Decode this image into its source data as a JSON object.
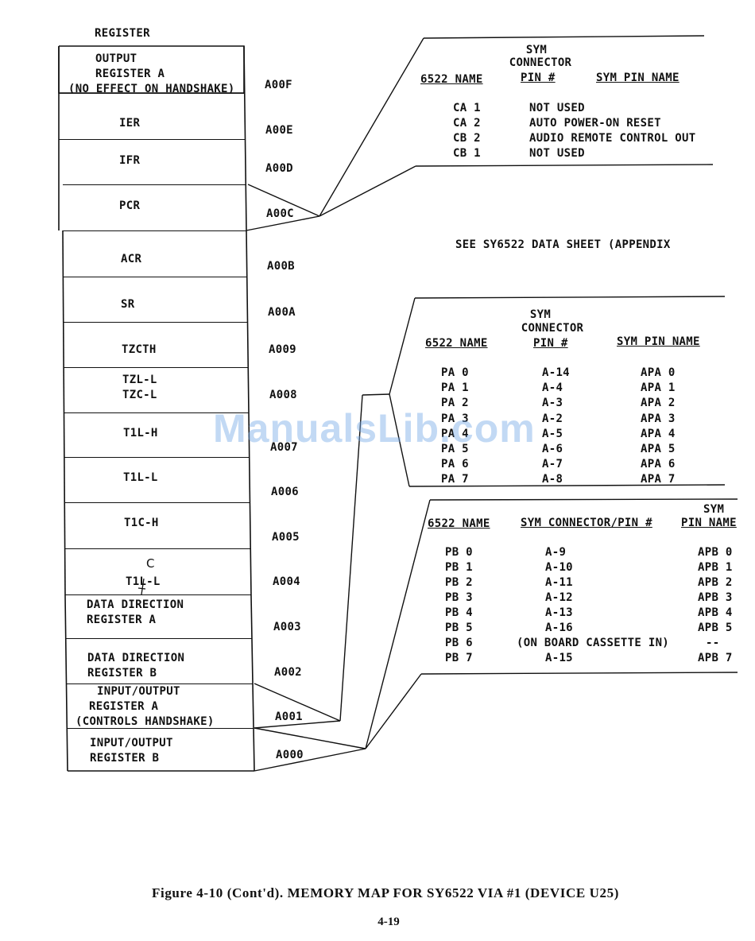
{
  "register_header": "REGISTER",
  "registers": [
    {
      "lines": [
        "OUTPUT",
        "REGISTER A",
        "(NO EFFECT ON HANDSHAKE)"
      ],
      "addr": "A00F"
    },
    {
      "lines": [
        "IER"
      ],
      "addr": "A00E"
    },
    {
      "lines": [
        "IFR"
      ],
      "addr": "A00D"
    },
    {
      "lines": [
        "PCR"
      ],
      "addr": "A00C"
    },
    {
      "lines": [
        "ACR"
      ],
      "addr": "A00B"
    },
    {
      "lines": [
        "SR"
      ],
      "addr": "A00A"
    },
    {
      "lines": [
        "TZCTH"
      ],
      "addr": "A009"
    },
    {
      "lines": [
        "TZL-L",
        "TZC-L"
      ],
      "addr": "A008"
    },
    {
      "lines": [
        "T1L-H"
      ],
      "addr": "A007"
    },
    {
      "lines": [
        "T1L-L"
      ],
      "addr": "A006"
    },
    {
      "lines": [
        "T1C-H"
      ],
      "addr": "A005"
    },
    {
      "lines": [
        "T1L-L"
      ],
      "addr": "A004",
      "handwritten_correction": "C"
    },
    {
      "lines": [
        "DATA DIRECTION",
        "REGISTER A"
      ],
      "addr": "A003"
    },
    {
      "lines": [
        "DATA DIRECTION",
        "REGISTER B"
      ],
      "addr": "A002"
    },
    {
      "lines": [
        "INPUT/OUTPUT",
        "REGISTER A",
        "(CONTROLS HANDSHAKE)"
      ],
      "addr": "A001"
    },
    {
      "lines": [
        "INPUT/OUTPUT",
        "REGISTER B"
      ],
      "addr": "A000"
    }
  ],
  "pcr_table": {
    "headers": {
      "name": "6522 NAME",
      "connector_1": "SYM",
      "connector_2": "CONNECTOR",
      "connector_3": "PIN #",
      "pin_name": "SYM PIN NAME"
    },
    "rows": [
      {
        "name": "CA 1",
        "desc": "NOT USED"
      },
      {
        "name": "CA 2",
        "desc": "AUTO POWER-ON RESET"
      },
      {
        "name": "CB 2",
        "desc": "AUDIO REMOTE CONTROL OUT"
      },
      {
        "name": "CB 1",
        "desc": "NOT USED"
      }
    ]
  },
  "note": "SEE SY6522 DATA SHEET (APPENDIX",
  "port_a_table": {
    "headers": {
      "name": "6522 NAME",
      "connector_1": "SYM",
      "connector_2": "CONNECTOR",
      "connector_3": "PIN #",
      "pin_name": "SYM PIN NAME"
    },
    "rows": [
      {
        "name": "PA 0",
        "pin": "A-14",
        "sym": "APA 0"
      },
      {
        "name": "PA 1",
        "pin": "A-4",
        "sym": "APA 1"
      },
      {
        "name": "PA 2",
        "pin": "A-3",
        "sym": "APA 2"
      },
      {
        "name": "PA 3",
        "pin": "A-2",
        "sym": "APA 3"
      },
      {
        "name": "PA 4",
        "pin": "A-5",
        "sym": "APA 4"
      },
      {
        "name": "PA 5",
        "pin": "A-6",
        "sym": "APA 5"
      },
      {
        "name": "PA 6",
        "pin": "A-7",
        "sym": "APA 6"
      },
      {
        "name": "PA 7",
        "pin": "A-8",
        "sym": "APA 7"
      }
    ]
  },
  "port_b_table": {
    "headers": {
      "name": "6522 NAME",
      "connector": "SYM CONNECTOR/PIN #",
      "pin_name_1": "SYM",
      "pin_name_2": "PIN NAME"
    },
    "rows": [
      {
        "name": "PB 0",
        "pin": "A-9",
        "sym": "APB 0"
      },
      {
        "name": "PB 1",
        "pin": "A-10",
        "sym": "APB 1"
      },
      {
        "name": "PB 2",
        "pin": "A-11",
        "sym": "APB 2"
      },
      {
        "name": "PB 3",
        "pin": "A-12",
        "sym": "APB 3"
      },
      {
        "name": "PB 4",
        "pin": "A-13",
        "sym": "APB 4"
      },
      {
        "name": "PB 5",
        "pin": "A-16",
        "sym": "APB 5"
      },
      {
        "name": "PB 6",
        "pin": "(ON BOARD CASSETTE IN)",
        "sym": "--"
      },
      {
        "name": "PB 7",
        "pin": "A-15",
        "sym": "APB 7"
      }
    ]
  },
  "caption": "Figure 4-10 (Cont'd).  MEMORY MAP FOR SY6522 VIA #1 (DEVICE U25)",
  "page_number": "4-19",
  "watermark": "ManualsLib.com"
}
